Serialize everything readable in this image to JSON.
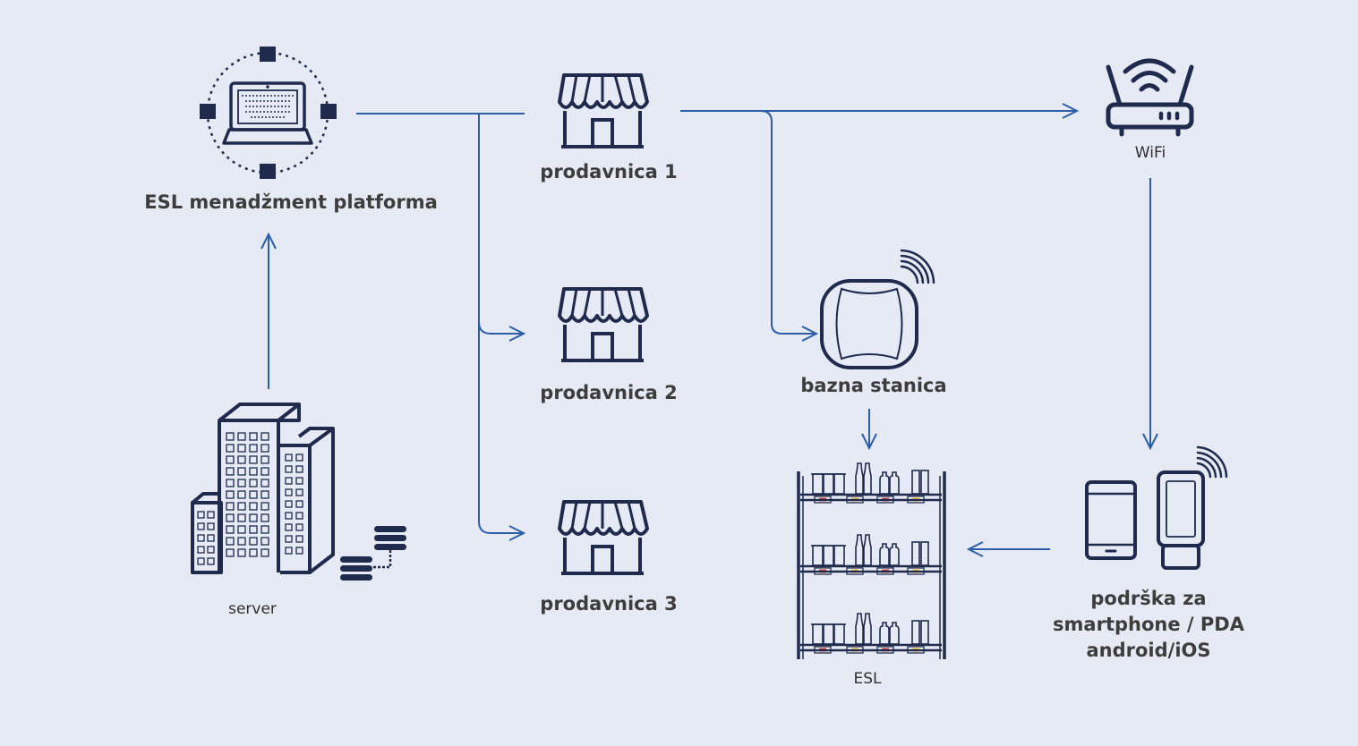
{
  "labels": {
    "esl_platform": "ESL menadžment platforma",
    "store_1": "prodavnica 1",
    "store_2": "prodavnica 2",
    "store_3": "prodavnica 3",
    "wifi": "WiFi",
    "base_station": "bazna stanica",
    "server": "server",
    "esl": "ESL",
    "mobile_lines": [
      "podrška za",
      "smartphone / PDA",
      "android/iOS"
    ]
  },
  "icons": {
    "platform": "laptop-network-icon",
    "store": "store-icon",
    "router": "wifi-router-icon",
    "base_station": "base-station-icon",
    "server": "server-buildings-icon",
    "shelf": "esl-shelf-icon",
    "mobile": "smartphone-pda-icon"
  },
  "colors": {
    "background": "#e6eaf5",
    "connector": "#2c5ea8",
    "icon_stroke": "#1f2a4d",
    "label_red": "#e53935",
    "label_yellow": "#f4c430"
  }
}
